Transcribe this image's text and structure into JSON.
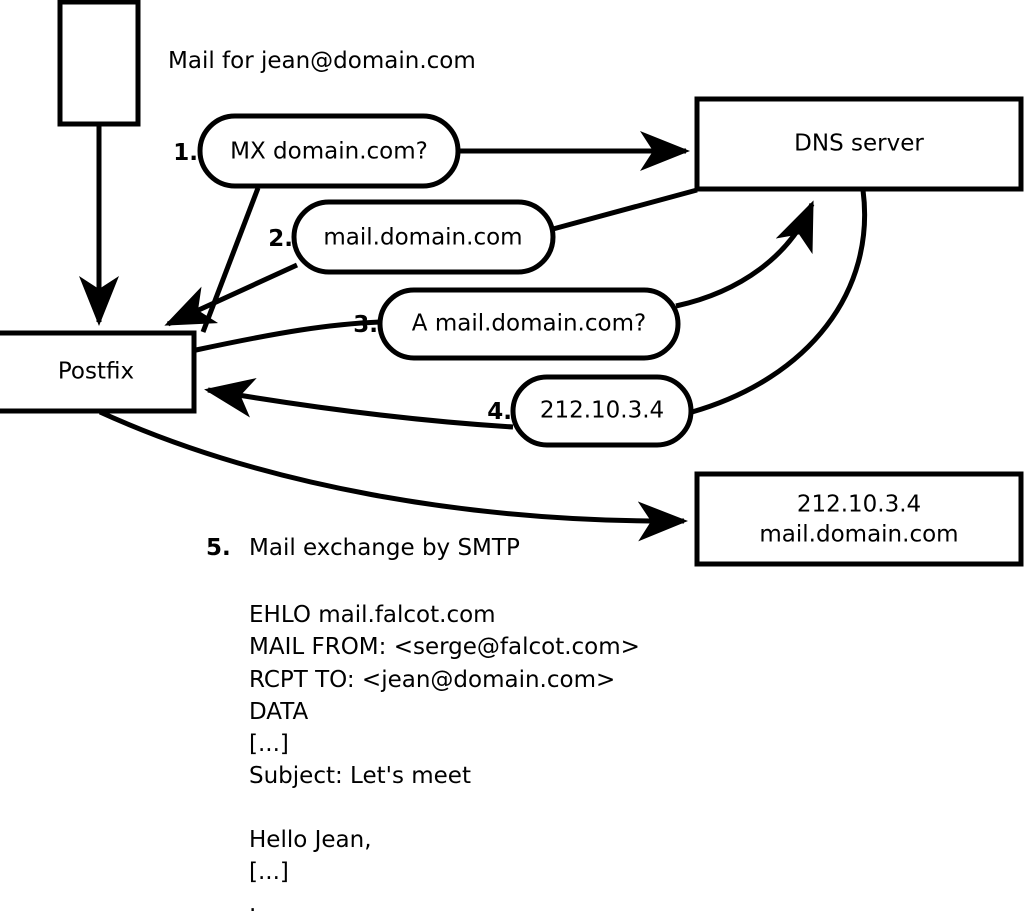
{
  "diagram": {
    "title_text": "Mail for jean@domain.com",
    "nodes": {
      "sender": {
        "label": ""
      },
      "postfix": {
        "label": "Postfix"
      },
      "dns_server": {
        "label": "DNS server"
      },
      "mail_server": {
        "line1": "212.10.3.4",
        "line2": "mail.domain.com"
      }
    },
    "steps": [
      {
        "num": "1.",
        "label": "MX domain.com?"
      },
      {
        "num": "2.",
        "label": "mail.domain.com"
      },
      {
        "num": "3.",
        "label": "A mail.domain.com?"
      },
      {
        "num": "4.",
        "label": "212.10.3.4"
      }
    ],
    "step5": {
      "num": "5.",
      "label": "Mail exchange by SMTP"
    },
    "transcript": [
      "EHLO mail.falcot.com",
      "MAIL FROM: <serge@falcot.com>",
      "RCPT TO: <jean@domain.com>",
      "DATA",
      "[...]",
      "Subject: Let's meet",
      "",
      "Hello Jean,",
      "[...]",
      "."
    ],
    "colors": {
      "stroke": "#000000",
      "fill": "#ffffff",
      "background": "#ffffff"
    }
  }
}
